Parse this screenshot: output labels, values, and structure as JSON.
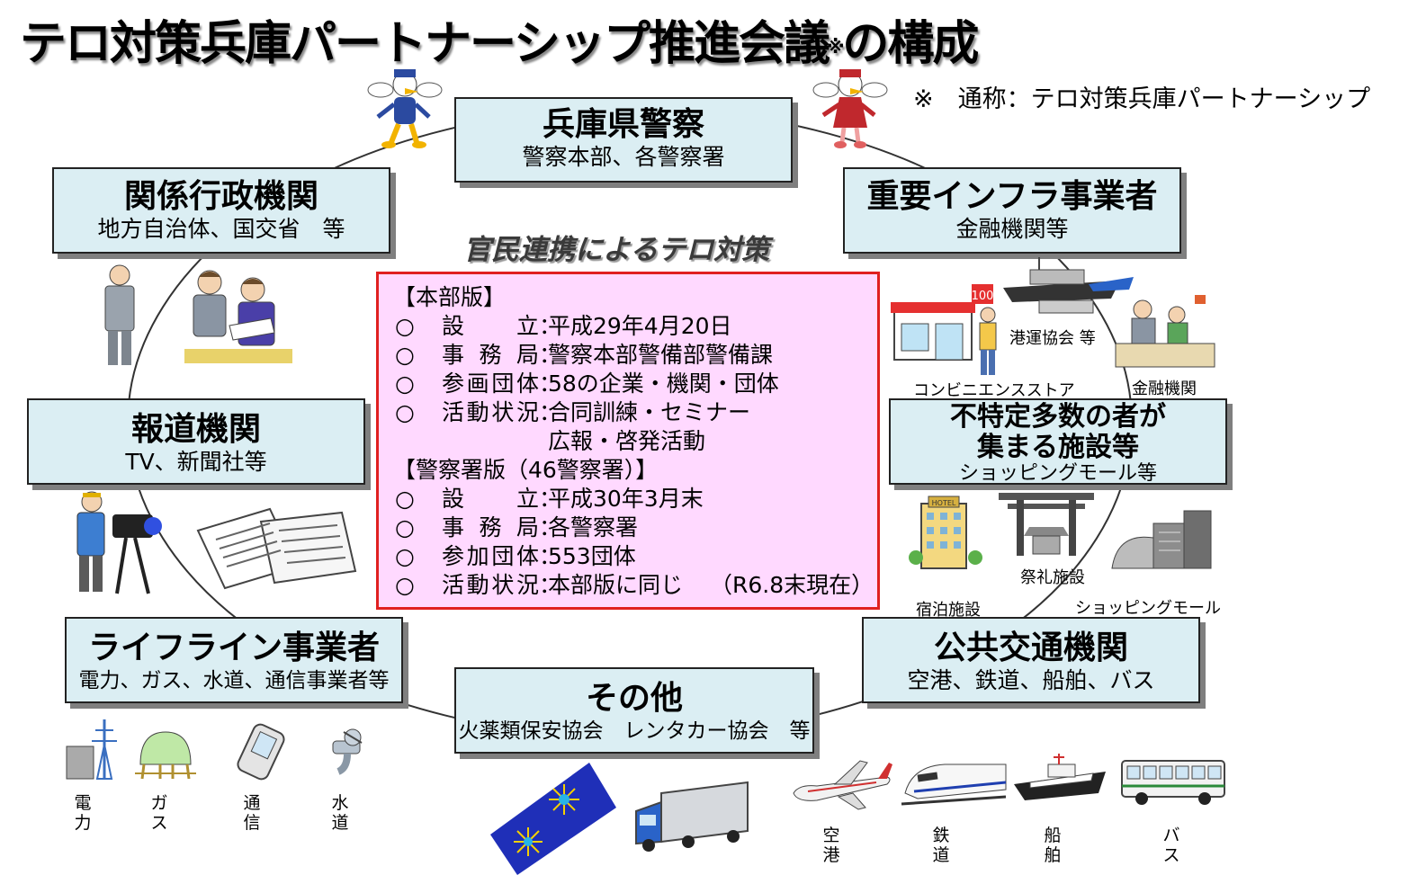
{
  "title": "テロ対策兵庫パートナーシップ推進会議",
  "title_mark": "※",
  "title_suffix": "の構成",
  "note": "※　通称：テロ対策兵庫パートナーシップ",
  "center_caption": "官民連携によるテロ対策",
  "boxes": {
    "police": {
      "main": "兵庫県警察",
      "sub": "警察本部、各警察署"
    },
    "admin": {
      "main": "関係行政機関",
      "sub": "地方自治体、国交省　等"
    },
    "infra": {
      "main": "重要インフラ事業者",
      "sub": "金融機関等"
    },
    "media": {
      "main": "報道機関",
      "sub": "TV、新聞社等"
    },
    "crowd": {
      "main1": "不特定多数の者が",
      "main2": "集まる施設等",
      "sub": "ショッピングモール等"
    },
    "lifeline": {
      "main": "ライフライン事業者",
      "sub": "電力、ガス、水道、通信事業者等"
    },
    "transport": {
      "main": "公共交通機関",
      "sub": "空港、鉄道、船舶、バス"
    },
    "other": {
      "main": "その他",
      "sub": "火薬類保安協会　レンタカー協会　等"
    }
  },
  "panel": {
    "hq_header": "【本部版】",
    "hq": [
      {
        "bullet": "○",
        "label": "設立",
        "value": "平成29年4月20日"
      },
      {
        "bullet": "○",
        "label": "事務局",
        "value": "警察本部警備部警備課"
      },
      {
        "bullet": "○",
        "label": "参画団体",
        "value": "58の企業・機関・団体"
      },
      {
        "bullet": "○",
        "label": "活動状況",
        "value": "合同訓練・セミナー"
      }
    ],
    "hq_cont": "広報・啓発活動",
    "st_header": "【警察署版（46警察署）】",
    "st": [
      {
        "bullet": "○",
        "label": "設立",
        "value": "平成30年3月末"
      },
      {
        "bullet": "○",
        "label": "事務局",
        "value": "各警察署"
      },
      {
        "bullet": "○",
        "label": "参加団体",
        "value": "553団体"
      },
      {
        "bullet": "○",
        "label": "活動状況",
        "value": "本部版に同じ"
      }
    ],
    "as_of": "（R6.8末現在）",
    "colon": "："
  },
  "captions": {
    "convenience": "コンビニエンスストア",
    "port": "港運協会 等",
    "bank": "金融機関",
    "hotel": "宿泊施設",
    "shrine": "祭礼施設",
    "mall": "ショッピングモール",
    "hotel_sign": "HOTEL",
    "store_sign": "100"
  },
  "vertical_captions": {
    "power": [
      "電",
      "力"
    ],
    "gas": [
      "ガ",
      "ス"
    ],
    "telecom": [
      "通",
      "信"
    ],
    "water": [
      "水",
      "道"
    ],
    "airport": [
      "空",
      "港"
    ],
    "rail": [
      "鉄",
      "道"
    ],
    "ship": [
      "船",
      "舶"
    ],
    "bus": [
      "バ",
      "ス"
    ]
  },
  "colors": {
    "box_fill": "#dbeef3",
    "panel_fill": "#ffd9ff",
    "panel_border": "#e02020"
  }
}
